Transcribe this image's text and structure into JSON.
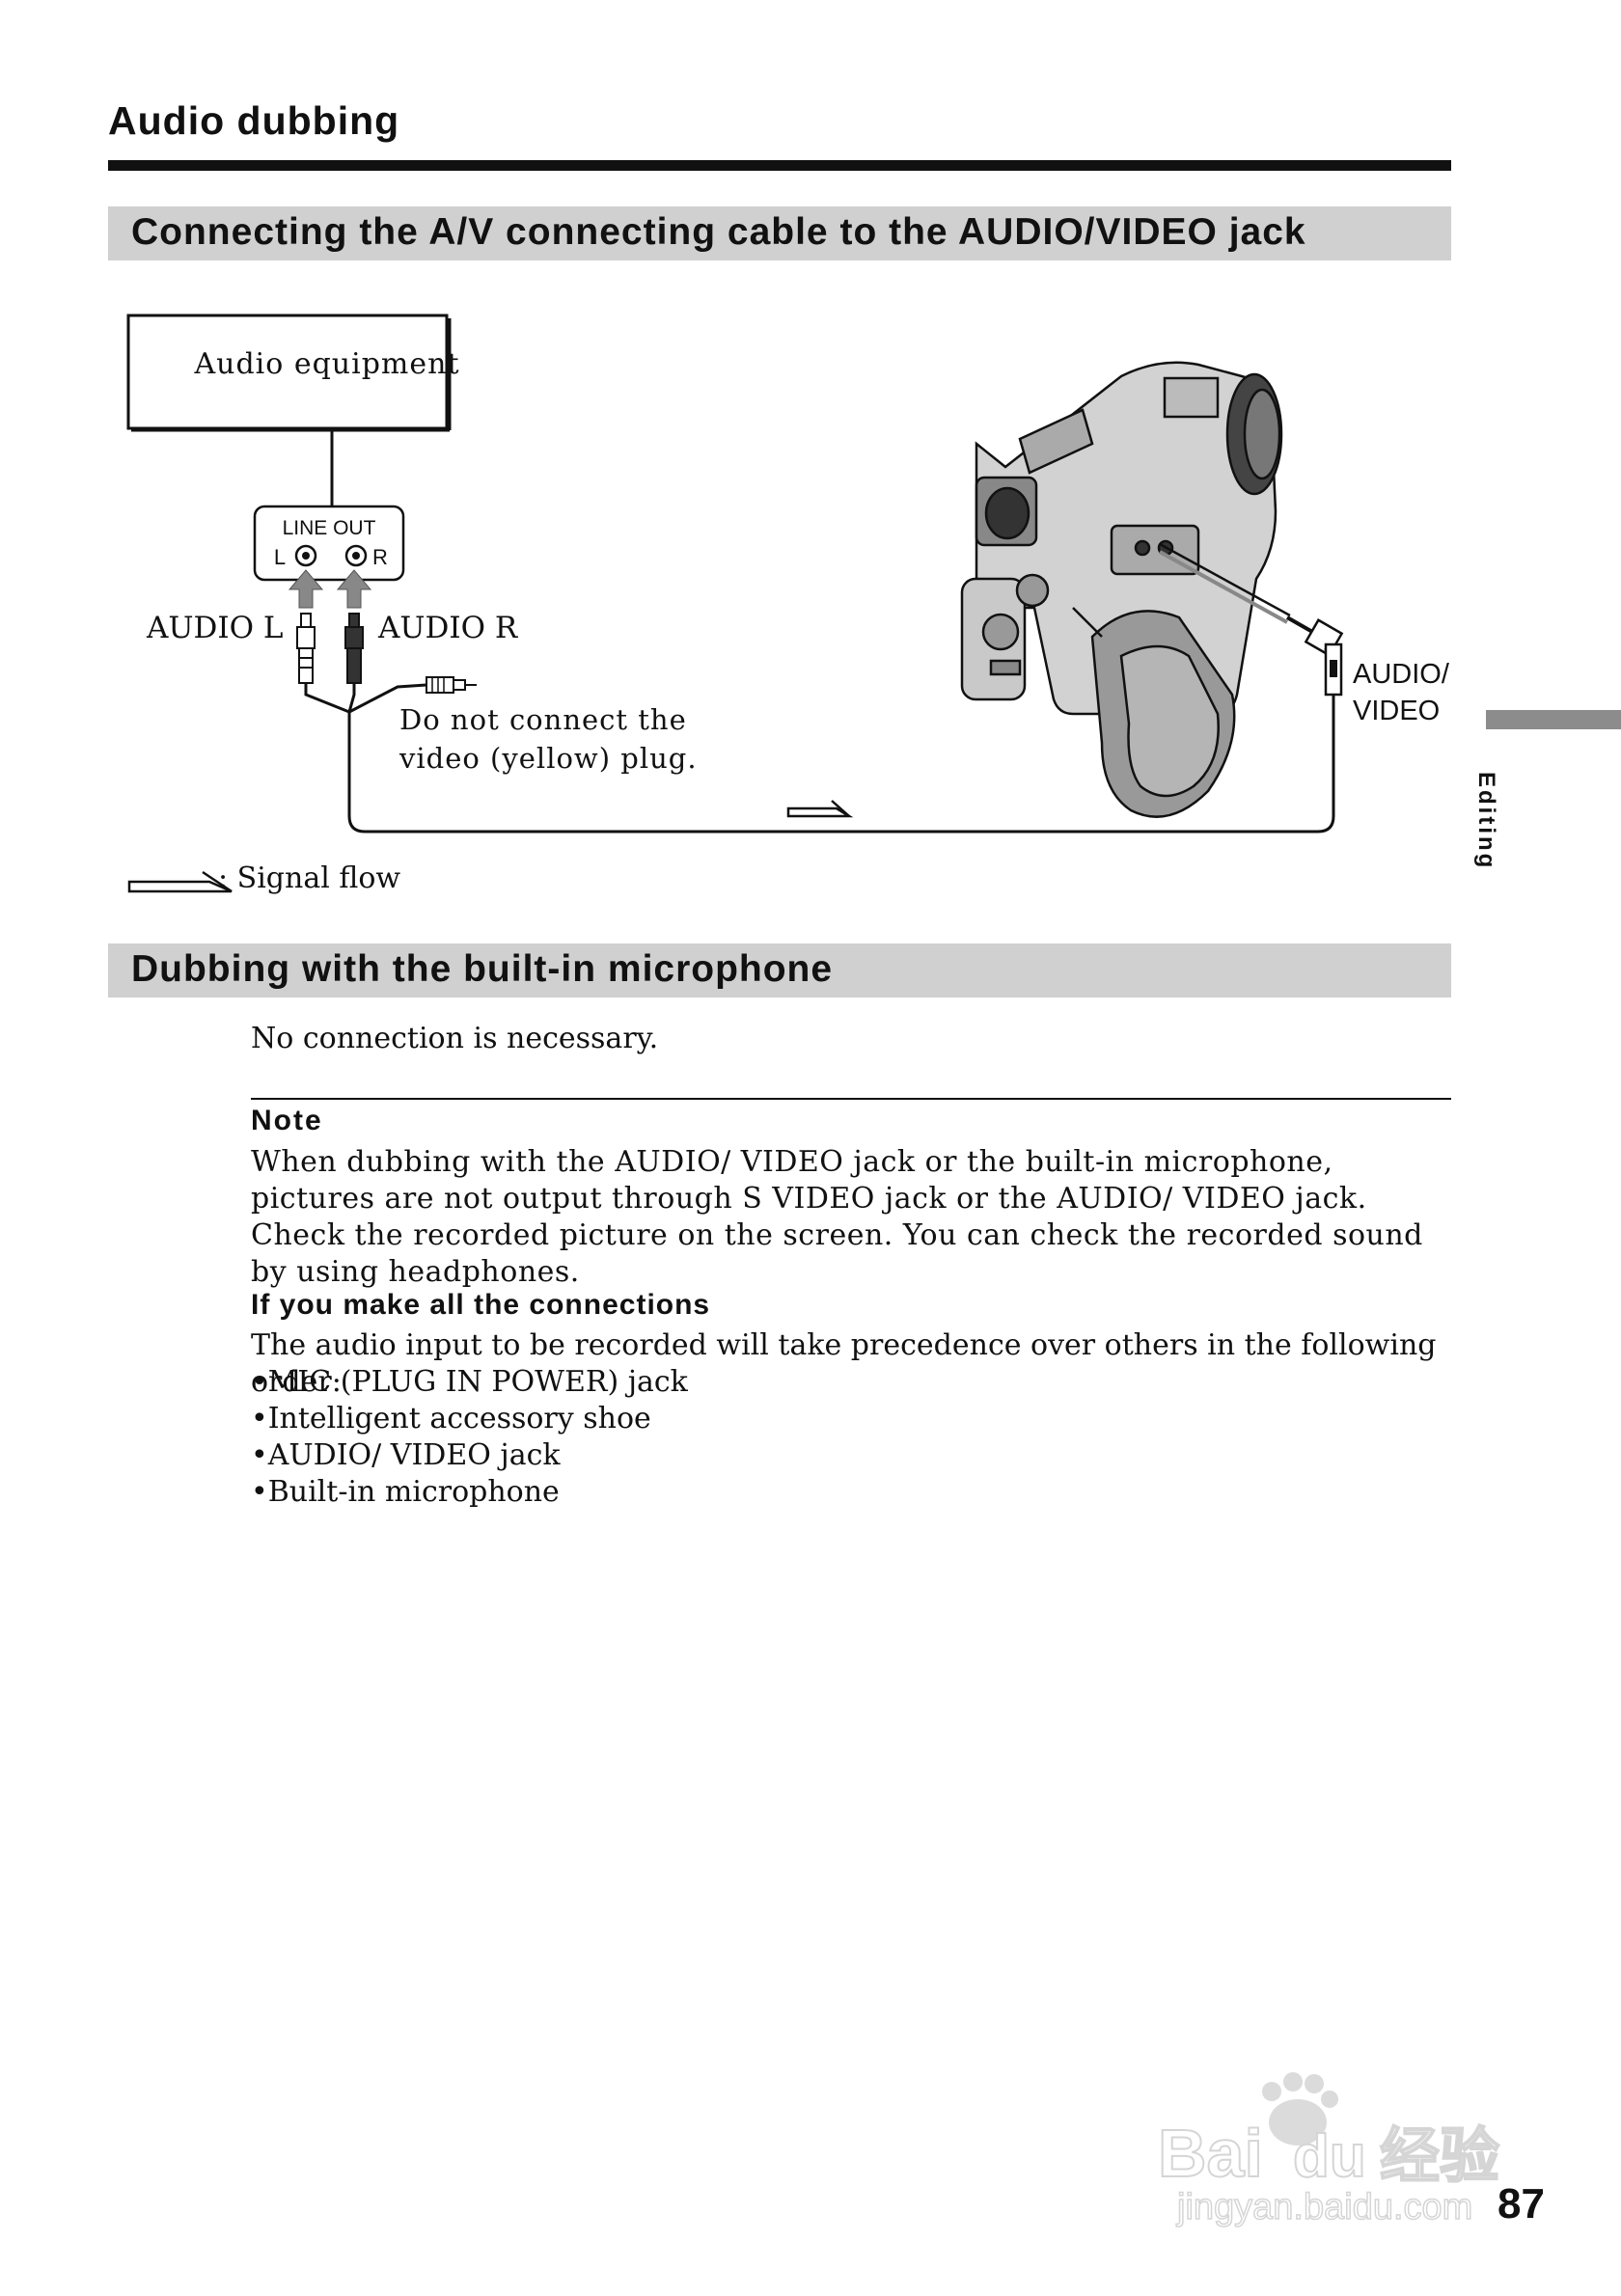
{
  "page": {
    "title": "Audio dubbing",
    "side_tab": "Editing",
    "page_number": "87"
  },
  "section1": {
    "heading": "Connecting the A/V connecting cable to the AUDIO/VIDEO jack"
  },
  "diagram": {
    "equipment_label": "Audio equipment",
    "line_out_label": "LINE OUT",
    "l_label": "L",
    "r_label": "R",
    "audio_l_label": "AUDIO L",
    "audio_r_label": "AUDIO R",
    "video_note_line1": "Do not connect the",
    "video_note_line2": "video (yellow) plug.",
    "jack_label_line1": "AUDIO/",
    "jack_label_line2": "VIDEO",
    "signal_flow_legend": ": Signal flow"
  },
  "section2": {
    "heading": "Dubbing with the built-in microphone",
    "text": "No connection is necessary."
  },
  "note": {
    "heading": "Note",
    "text": "When dubbing with the AUDIO/ VIDEO jack or the built-in microphone, pictures are not output through S VIDEO jack or the AUDIO/ VIDEO jack. Check the recorded picture on the screen. You can check the recorded sound by using headphones."
  },
  "connections": {
    "heading": "If you make all the connections",
    "intro": "The audio input to be recorded will take precedence over others in the following order:",
    "items": [
      "MIC (PLUG IN POWER) jack",
      "Intelligent accessory shoe",
      "AUDIO/ VIDEO jack",
      "Built-in microphone"
    ]
  },
  "watermark": {
    "brand": "Bai",
    "brand2": "du",
    "cn": "经验",
    "url": "jingyan.baidu.com"
  }
}
